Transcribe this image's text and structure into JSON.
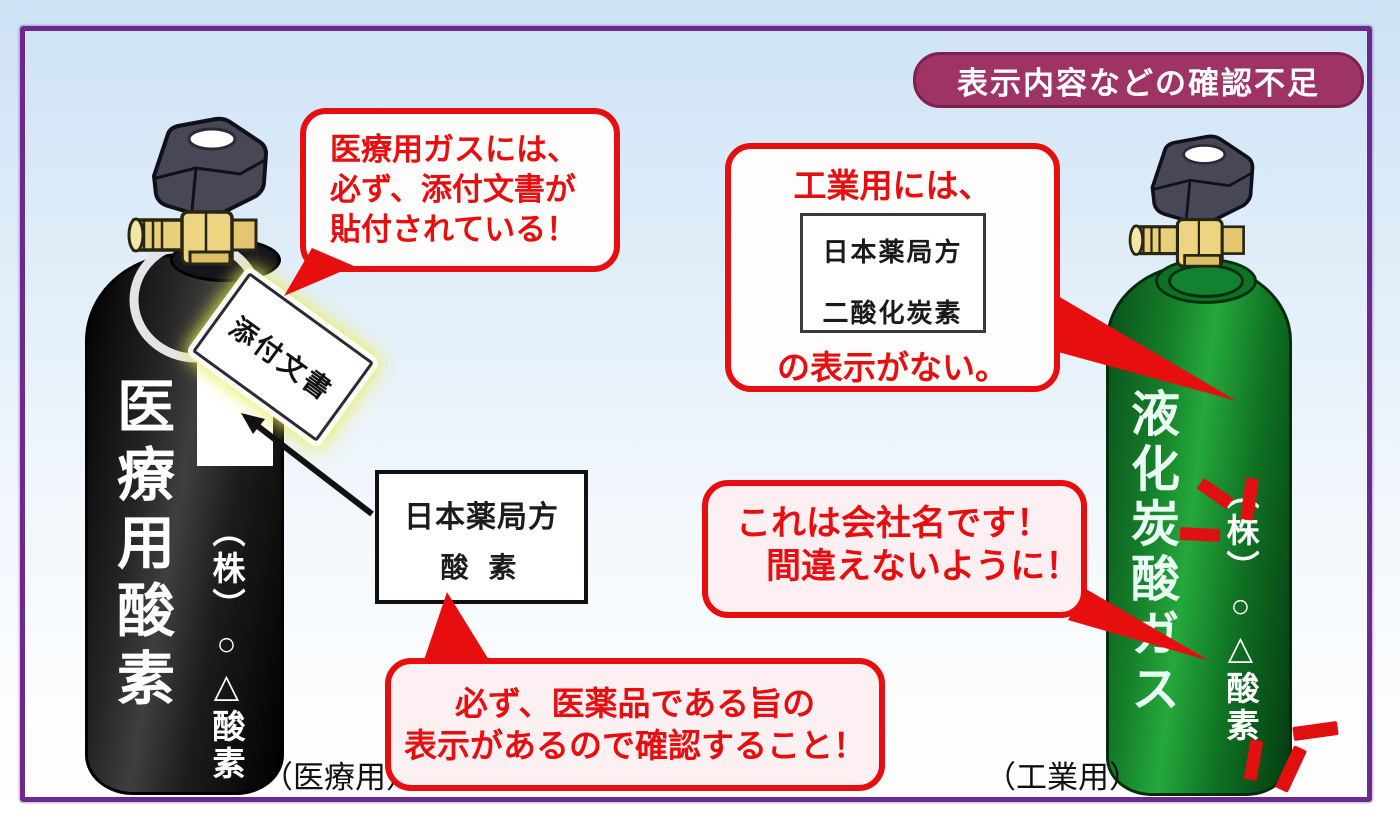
{
  "title_banner": "表示内容などの確認不足",
  "medical": {
    "insert_callout_line1": "医療用ガスには、",
    "insert_callout_line2": "必ず、添付文書が",
    "insert_callout_line3": "貼付されている！",
    "tag_label": "添付文書",
    "cylinder_label": "医療用酸素",
    "company_label": "（株）○△酸素",
    "pharmacopoeia_line1": "日本薬局方",
    "pharmacopoeia_line2": "酸 素",
    "check_callout_line1": "必ず、医薬品である旨の",
    "check_callout_line2": "表示があるので確認すること！",
    "caption": "（医療用）"
  },
  "industrial": {
    "no_label_callout_intro": "工業用には、",
    "no_label_box_line1": "日本薬局方",
    "no_label_box_line2": "二酸化炭素",
    "no_label_callout_outro": "の表示がない。",
    "company_callout_line1": "これは会社名です！",
    "company_callout_line2": "間違えないように！",
    "cylinder_label": "液化炭酸ガス",
    "company_label": "（株）○△酸素",
    "caption": "（工業用）"
  },
  "colors": {
    "accent_red": "#e60e0e",
    "banner_bg": "#9e3365",
    "frame_purple": "#6b2b8e",
    "medical_cylinder_black": "#111111",
    "industrial_cylinder_green": "#1c8a34",
    "tag_glow_yellow": "#ebeb50"
  }
}
